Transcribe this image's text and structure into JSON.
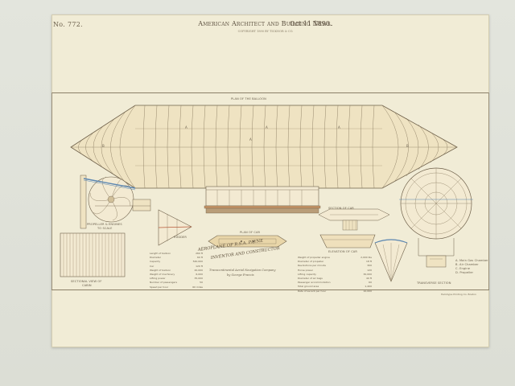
{
  "header": {
    "plate_number": "No. 772.",
    "title": "American Architect and Building News.",
    "date": "Oct 11 1890.",
    "subtitle": "COPYRIGHT 1890 BY TICKNOR & CO."
  },
  "labels": {
    "plan_top": "PLAN OF THE BALLOON",
    "section_a": "A",
    "section_b": "B",
    "propeller": "PROPELLER & ENGINES",
    "propeller_scale": "TO SCALE",
    "detail_rudder": "RUDDER",
    "car_plan": "PLAN OF CAR",
    "car_section": "SECTION OF CAR",
    "sectional_view": "SECTIONAL VIEW OF",
    "sectional_view_2": "CABIN",
    "gondola": "ELEVATION OF CAR",
    "transverse": "TRANSVERSE SECTION",
    "legend_1": "A. Main Gas Chamber",
    "legend_2": "B. Air Chamber",
    "legend_3": "C. Engine",
    "legend_4": "D. Propeller"
  },
  "main": {
    "title": "AEROPLANE OF R.S.A. PAYNE",
    "subtitle": "INVENTOR AND CONSTRUCTOR",
    "subtitle2": "Transcontinental Aerial Navigation Company",
    "by": "by George Francis"
  },
  "left_table": [
    [
      "Length of balloon",
      "260 ft"
    ],
    [
      "Diameter",
      "60 ft"
    ],
    [
      "Capacity",
      "540,000"
    ],
    [
      "Car",
      "120 ft"
    ],
    [
      "Weight of balloon",
      "20,000"
    ],
    [
      "Weight of machinery",
      "6,000"
    ],
    [
      "Lifting power",
      "35,000"
    ],
    [
      "Number of passengers",
      "50"
    ],
    [
      "Speed per hour",
      "60 miles"
    ]
  ],
  "right_table": [
    [
      "Weight of propeller engine",
      "2,000 lbs"
    ],
    [
      "Diameter of propeller",
      "18 ft"
    ],
    [
      "Revolutions per minute",
      "300"
    ],
    [
      "Horse power",
      "120"
    ],
    [
      "Lifting capacity",
      "30,000"
    ],
    [
      "Diameter of air bags",
      "40 ft"
    ],
    [
      "Passenger accommodation",
      "60"
    ],
    [
      "Total ground area",
      "1,400"
    ],
    [
      "Rate of ascent per hour",
      "10,000"
    ]
  ],
  "credit": "Heliotype Printing Co. Boston",
  "colors": {
    "paper": "#f1ecd6",
    "balloon_fill": "#efe3c2",
    "ink": "#5c5040",
    "blue_accent": "#5b86b1",
    "red_accent": "#b85a3a"
  }
}
